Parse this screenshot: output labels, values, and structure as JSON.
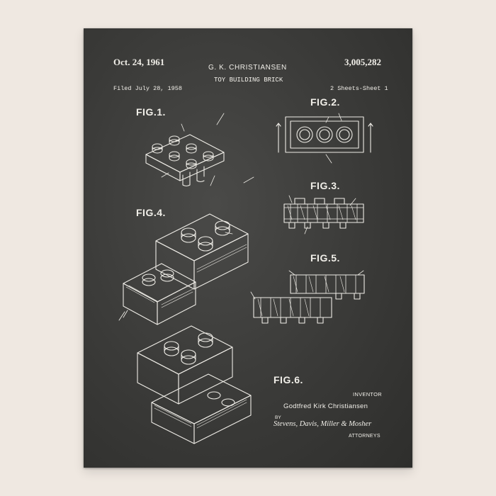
{
  "header": {
    "date": "Oct. 24, 1961",
    "inventor": "G. K. CHRISTIANSEN",
    "patent_number": "3,005,282",
    "title": "TOY BUILDING BRICK",
    "filed": "Filed July 28, 1958",
    "sheets": "2 Sheets-Sheet 1"
  },
  "figures": {
    "fig1": "FIG.1.",
    "fig2": "FIG.2.",
    "fig3": "FIG.3.",
    "fig4": "FIG.4.",
    "fig5": "FIG.5.",
    "fig6": "FIG.6."
  },
  "footer": {
    "inventor_label": "INVENTOR",
    "inventor_name": "Godtfred Kirk Christiansen",
    "by": "BY",
    "signature": "Stevens, Davis, Miller & Mosher",
    "attorneys": "ATTORNEYS"
  },
  "colors": {
    "background": "#efe8e1",
    "chalkboard": "#3a3a38",
    "ink": "#f1efe9"
  }
}
